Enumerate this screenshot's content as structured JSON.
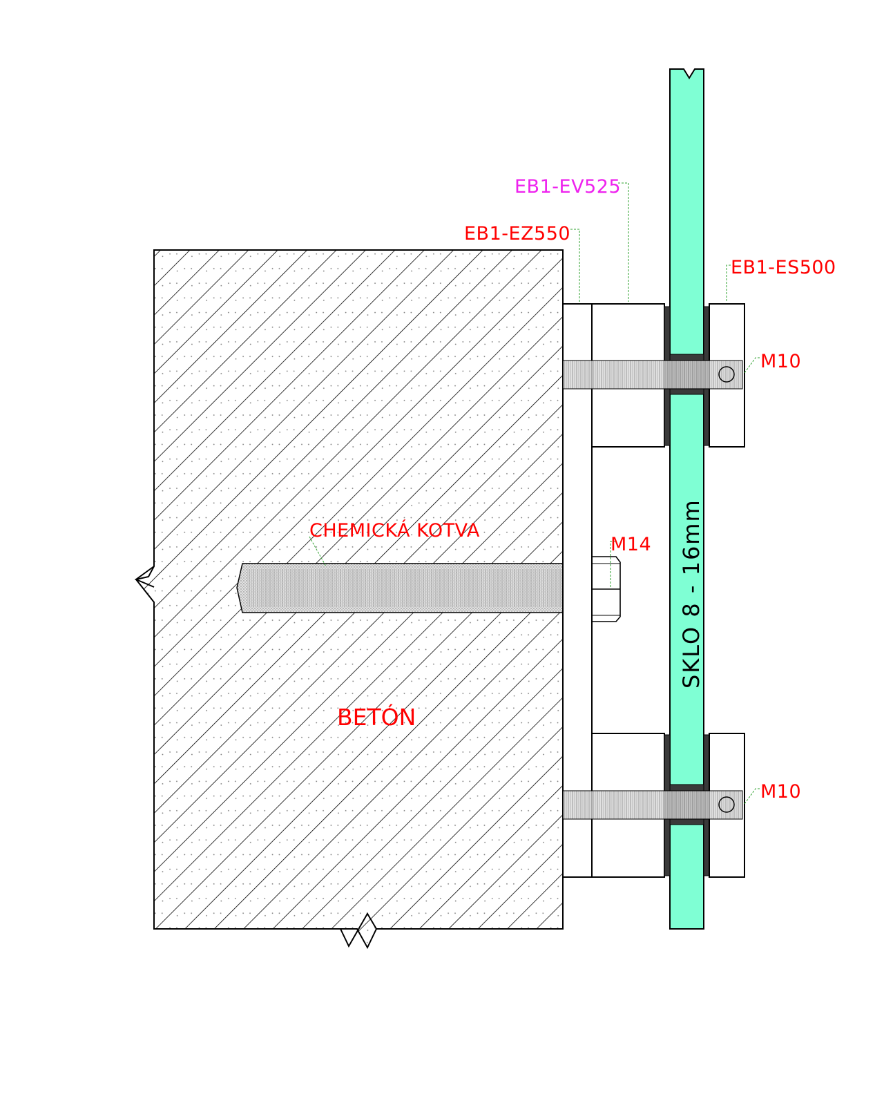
{
  "labels": {
    "ev525": "EB1-EV525",
    "ez550": "EB1-EZ550",
    "es500": "EB1-ES500",
    "m10_top": "M10",
    "m10_bottom": "M10",
    "m14": "M14",
    "chemical_anchor": "CHEMICKÁ KOTVA",
    "concrete": "BETÓN",
    "glass": "SKLO  8 - 16mm"
  },
  "colors": {
    "label_red": "#ff0000",
    "label_magenta": "#ee22ee",
    "glass": "#7fffd4",
    "gasket": "#3a3a3a",
    "leader": "#2ea02e",
    "line": "#000000"
  }
}
